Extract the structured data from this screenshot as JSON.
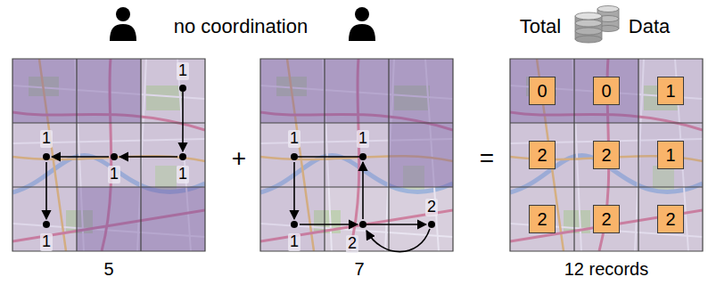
{
  "diagram": {
    "nodes": [
      {
        "text": [
          "0"
        ]
      },
      {
        "text": [
          "0"
        ]
      },
      {
        "text": [
          "1"
        ]
      },
      {
        "text": [
          "2"
        ]
      },
      {
        "text": [
          "2"
        ]
      },
      {
        "text": [
          "1"
        ]
      },
      {
        "text": [
          "2"
        ]
      },
      {
        "text": [
          "2"
        ]
      },
      {
        "text": [
          "2"
        ]
      }
    ],
    "labels": [
      "no coordination",
      "Total",
      "Data",
      "1",
      "1",
      "1",
      "1",
      "1",
      "1",
      "1",
      "1",
      "2",
      "2",
      "+",
      "=",
      "5",
      "7",
      "12 records"
    ]
  }
}
